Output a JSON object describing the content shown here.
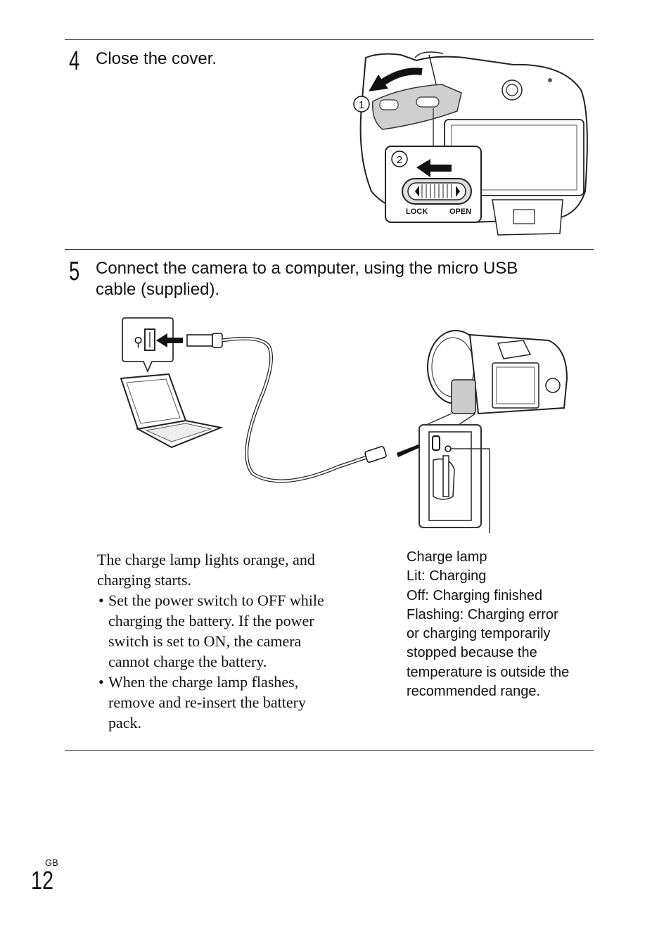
{
  "step4": {
    "number": "4",
    "title": "Close the cover.",
    "callout1": "1",
    "callout2": "2",
    "switch_lock_label": "LOCK",
    "switch_open_label": "OPEN"
  },
  "step5": {
    "number": "5",
    "title_lines": [
      "Connect the camera to a computer, using the micro USB",
      "cable (supplied)."
    ],
    "body_lines": [
      "The charge lamp lights orange, and",
      "charging starts."
    ],
    "bullets": [
      [
        "Set the power switch to OFF while",
        "charging the battery. If the power",
        "switch is set to ON, the camera",
        "cannot charge the battery."
      ],
      [
        "When the charge lamp flashes,",
        "remove and re-insert the battery",
        "pack."
      ]
    ],
    "charge_lamp_lines": [
      "Charge lamp",
      "Lit: Charging",
      "Off: Charging finished",
      "Flashing: Charging error",
      "or charging temporarily",
      "stopped because the",
      "temperature is outside the",
      "recommended range."
    ]
  },
  "footer": {
    "region": "GB",
    "page_number": "12"
  }
}
